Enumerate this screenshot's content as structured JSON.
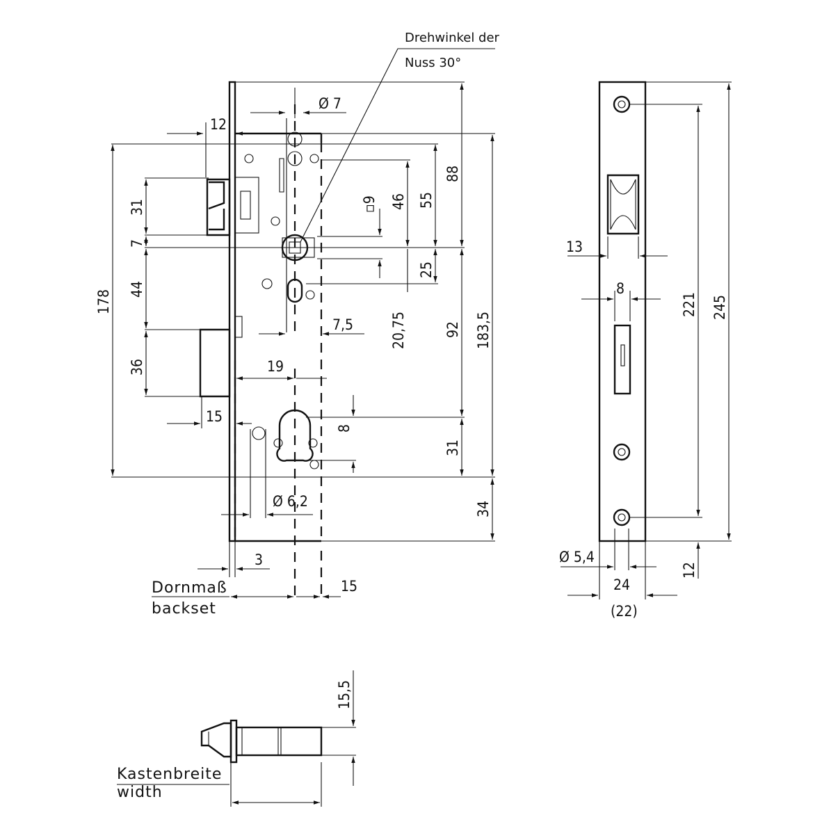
{
  "annotations": {
    "rotation_angle": [
      "Drehwinkel der",
      "Nuss 30°"
    ],
    "backset": [
      "Dornmaß",
      "backset"
    ],
    "case_width": [
      "Kastenbreite",
      "width"
    ]
  },
  "dimensions": {
    "d7": "Ø 7",
    "d12_top": "12",
    "d88": "88",
    "d55": "55",
    "d46": "46",
    "sq9": "▫9",
    "d31_top": "31",
    "d7_left": "7",
    "d44": "44",
    "d178": "178",
    "d25": "25",
    "d92": "92",
    "d183_5": "183,5",
    "d20_75": "20,75",
    "d7_5": "7,5",
    "d36": "36",
    "d19": "19",
    "d15_left": "15",
    "d8_cyl": "8",
    "d31_bot": "31",
    "d6_2": "Ø 6,2",
    "d34": "34",
    "d3": "3",
    "d15_bot": "15",
    "d13": "13",
    "d8_plate": "8",
    "d221": "221",
    "d245": "245",
    "d5_4": "Ø 5,4",
    "d24": "24",
    "d22": "(22)",
    "d12_plate": "12",
    "d15_5": "15,5"
  }
}
